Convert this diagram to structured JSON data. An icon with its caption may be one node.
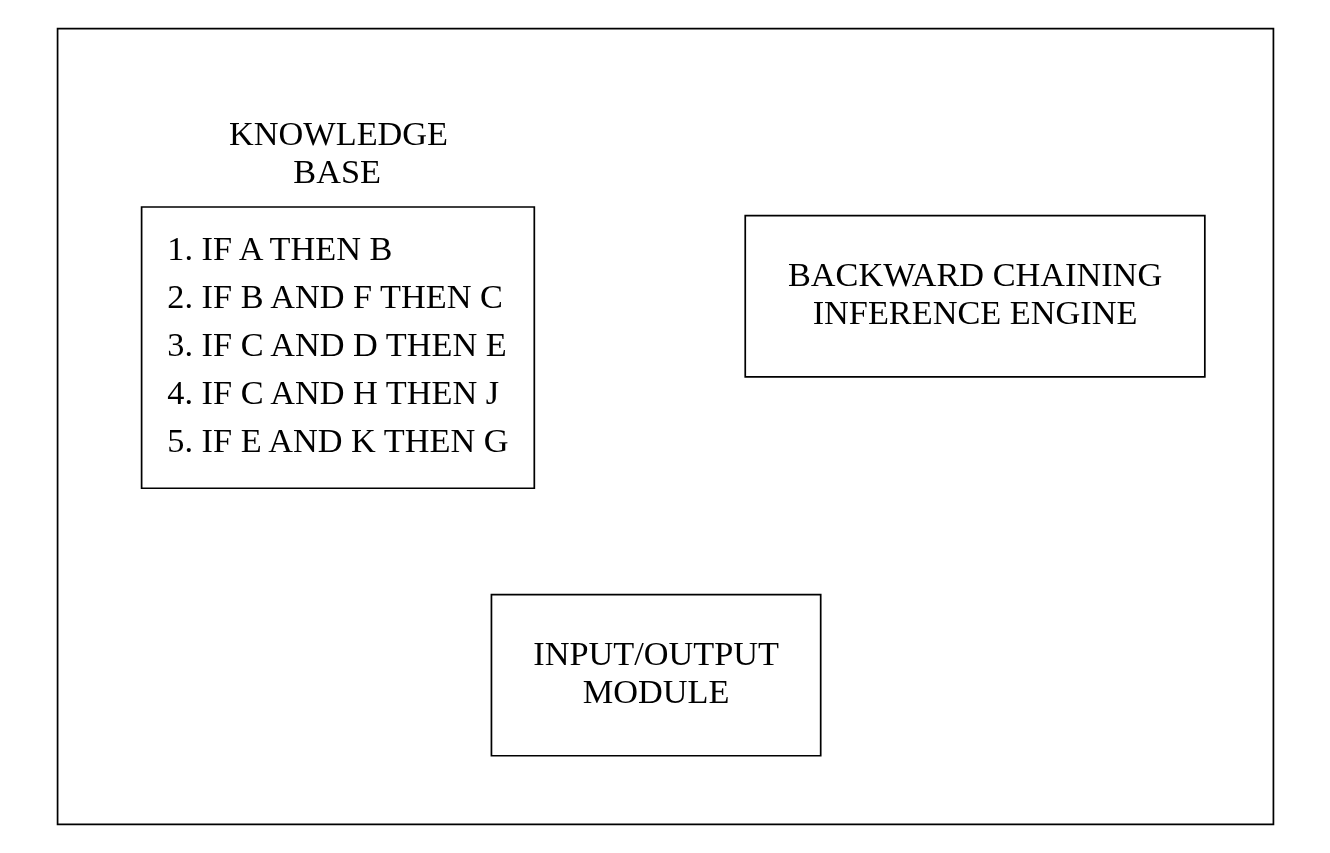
{
  "diagram": {
    "nodes": [
      {
        "text": [],
        "shape": "box"
      },
      {
        "text": [
          "KNOWLEDGE BASE",
          "1. IF A THEN B",
          "2. IF B AND F THEN C",
          "3. IF C AND D THEN E",
          "4. IF C AND H THEN J",
          "5. IF E AND K THEN G"
        ],
        "in": 0
      },
      {
        "text": [
          "BACKWARD CHAINING INFERENCE ENGINE"
        ],
        "in": 0
      },
      {
        "text": [
          "INPUT/OUTPUT MODULE"
        ],
        "in": 0
      }
    ]
  }
}
